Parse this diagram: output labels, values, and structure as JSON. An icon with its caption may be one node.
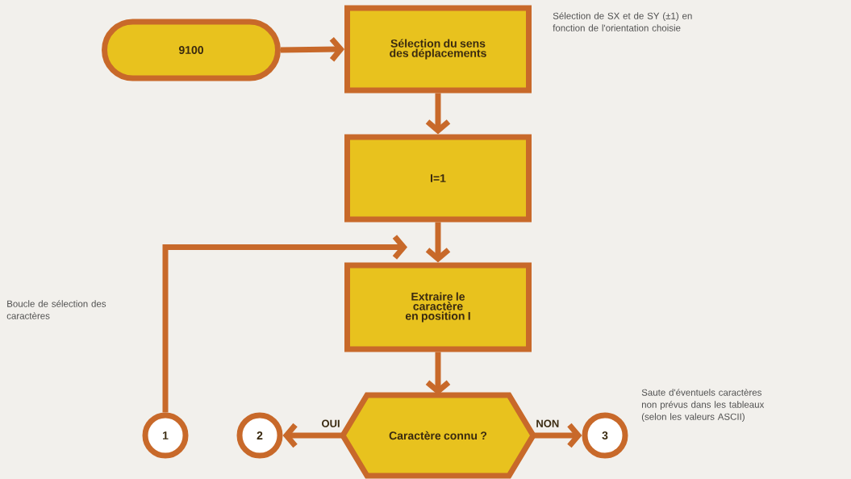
{
  "diagram": {
    "nodes": [
      {
        "text": [
          "9100"
        ]
      },
      {
        "text": [
          "Sélection du sens des déplacements"
        ],
        "beside": [
          "Sélection de SX et de SY (±1) en fonction de l'orientation choisie"
        ]
      },
      {
        "text": [
          "I=1"
        ]
      },
      {
        "text": [
          "Extraire le caractère en position I"
        ]
      },
      {
        "text": [
          "Caractère connu ?"
        ]
      },
      {
        "text": [
          "1"
        ]
      },
      {
        "text": [
          "2"
        ]
      },
      {
        "text": [
          "3"
        ],
        "beside": [
          "Saute d'éventuels caractères non prévus dans les tableaux (selon les valeurs ASCII)"
        ]
      }
    ],
    "edges": [
      {
        "from": 0,
        "to": 1,
        "arrow": "to"
      },
      {
        "from": 1,
        "to": 2,
        "arrow": "to"
      },
      {
        "from": 2,
        "to": 3,
        "arrow": "to"
      },
      {
        "from": 5,
        "to": 3,
        "arrow": "to"
      },
      {
        "from": 3,
        "to": 4,
        "arrow": "to"
      },
      {
        "from": 4,
        "to": 6,
        "label": "OUI",
        "arrow": "to"
      },
      {
        "from": 4,
        "to": 7,
        "label": "NON",
        "arrow": "to"
      }
    ],
    "labels": [
      "Boucle de sélection des caractères"
    ]
  }
}
